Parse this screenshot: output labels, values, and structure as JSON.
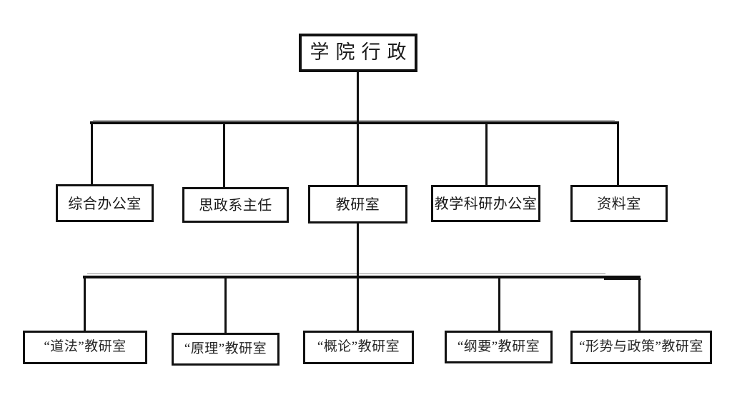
{
  "document": {
    "type": "organization-chart",
    "title_node": "学院行政",
    "background_color": "#ffffff",
    "line_color": "#111111",
    "text_color": "#1a1a1a"
  },
  "root": {
    "label": "学院行政"
  },
  "level2": {
    "nodes": [
      {
        "label": "综合办公室"
      },
      {
        "label": "思政系主任"
      },
      {
        "label": "教研室"
      },
      {
        "label": "教学科研办公室"
      },
      {
        "label": "资料室"
      }
    ]
  },
  "level3": {
    "parent": "教研室",
    "nodes": [
      {
        "label": "“道法”教研室"
      },
      {
        "label": "“原理”教研室"
      },
      {
        "label": "“概论”教研室"
      },
      {
        "label": "“纲要”教研室"
      },
      {
        "label": "“形势与政策”教研室"
      }
    ]
  }
}
